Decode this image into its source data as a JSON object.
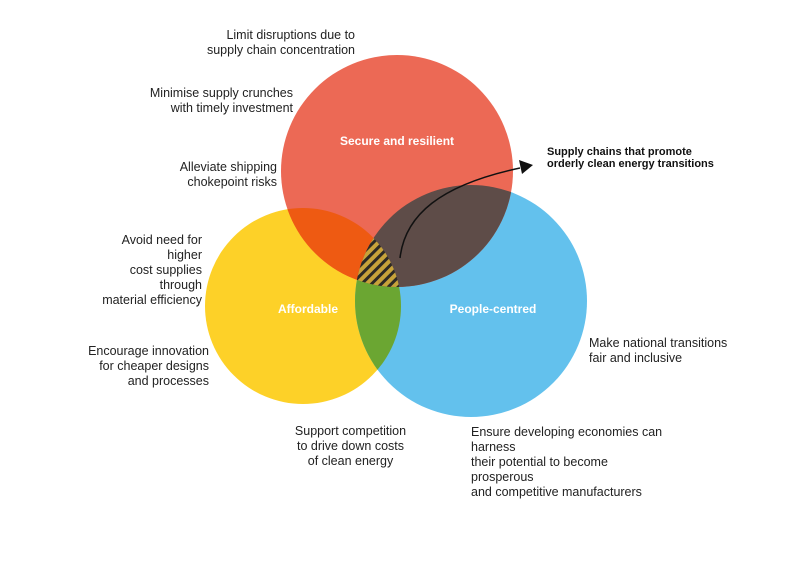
{
  "diagram": {
    "circles": [
      {
        "key": "secure",
        "label": "Secure and resilient",
        "color": "#EC6955"
      },
      {
        "key": "affordable",
        "label": "Affordable",
        "color": "#FDD128"
      },
      {
        "key": "people",
        "label": "People-centred",
        "color": "#63C1ED"
      }
    ],
    "overlap_colors": {
      "secure_affordable": "#EE5A12",
      "secure_people": "#5E4C48",
      "affordable_people": "#6BA632",
      "center_hatch_light": "#C7A23A",
      "center_hatch_dark": "#2E2A24"
    },
    "center_callout": "Supply chains that promote\norderly clean energy transitions"
  },
  "annotations": {
    "secure": [
      "Limit disruptions due to\nsupply chain concentration",
      "Minimise supply crunches\nwith timely investment",
      "Alleviate shipping\nchokepoint risks"
    ],
    "affordable": [
      "Avoid need for\nhigher\ncost supplies\nthrough\nmaterial efficiency",
      "Encourage innovation\nfor cheaper designs\nand processes",
      "Support competition\nto drive down costs\nof clean energy"
    ],
    "people": [
      "Make national transitions\nfair and inclusive",
      "Ensure developing economies can\nharness\ntheir potential to become\nprosperous\nand competitive manufacturers"
    ]
  }
}
